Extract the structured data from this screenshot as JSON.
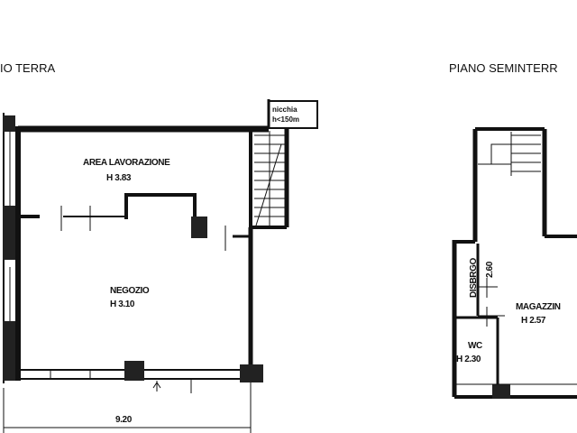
{
  "ground_floor": {
    "title": "IO TERRA",
    "rooms": [
      {
        "name": "AREA LAVORAZIONE",
        "height": "H 3.83"
      },
      {
        "name": "NEGOZIO",
        "height": "H 3.10"
      }
    ],
    "niche_label_line1": "nicchia",
    "niche_label_line2": "h<150m",
    "dimension": "9.20"
  },
  "basement_floor": {
    "title": "PIANO SEMINTERR",
    "rooms": [
      {
        "name": "DISBRGO",
        "height": "2.60"
      },
      {
        "name": "MAGAZZIN",
        "height": "H 2.57"
      },
      {
        "name": "WC",
        "height": "H 2.30"
      }
    ]
  }
}
